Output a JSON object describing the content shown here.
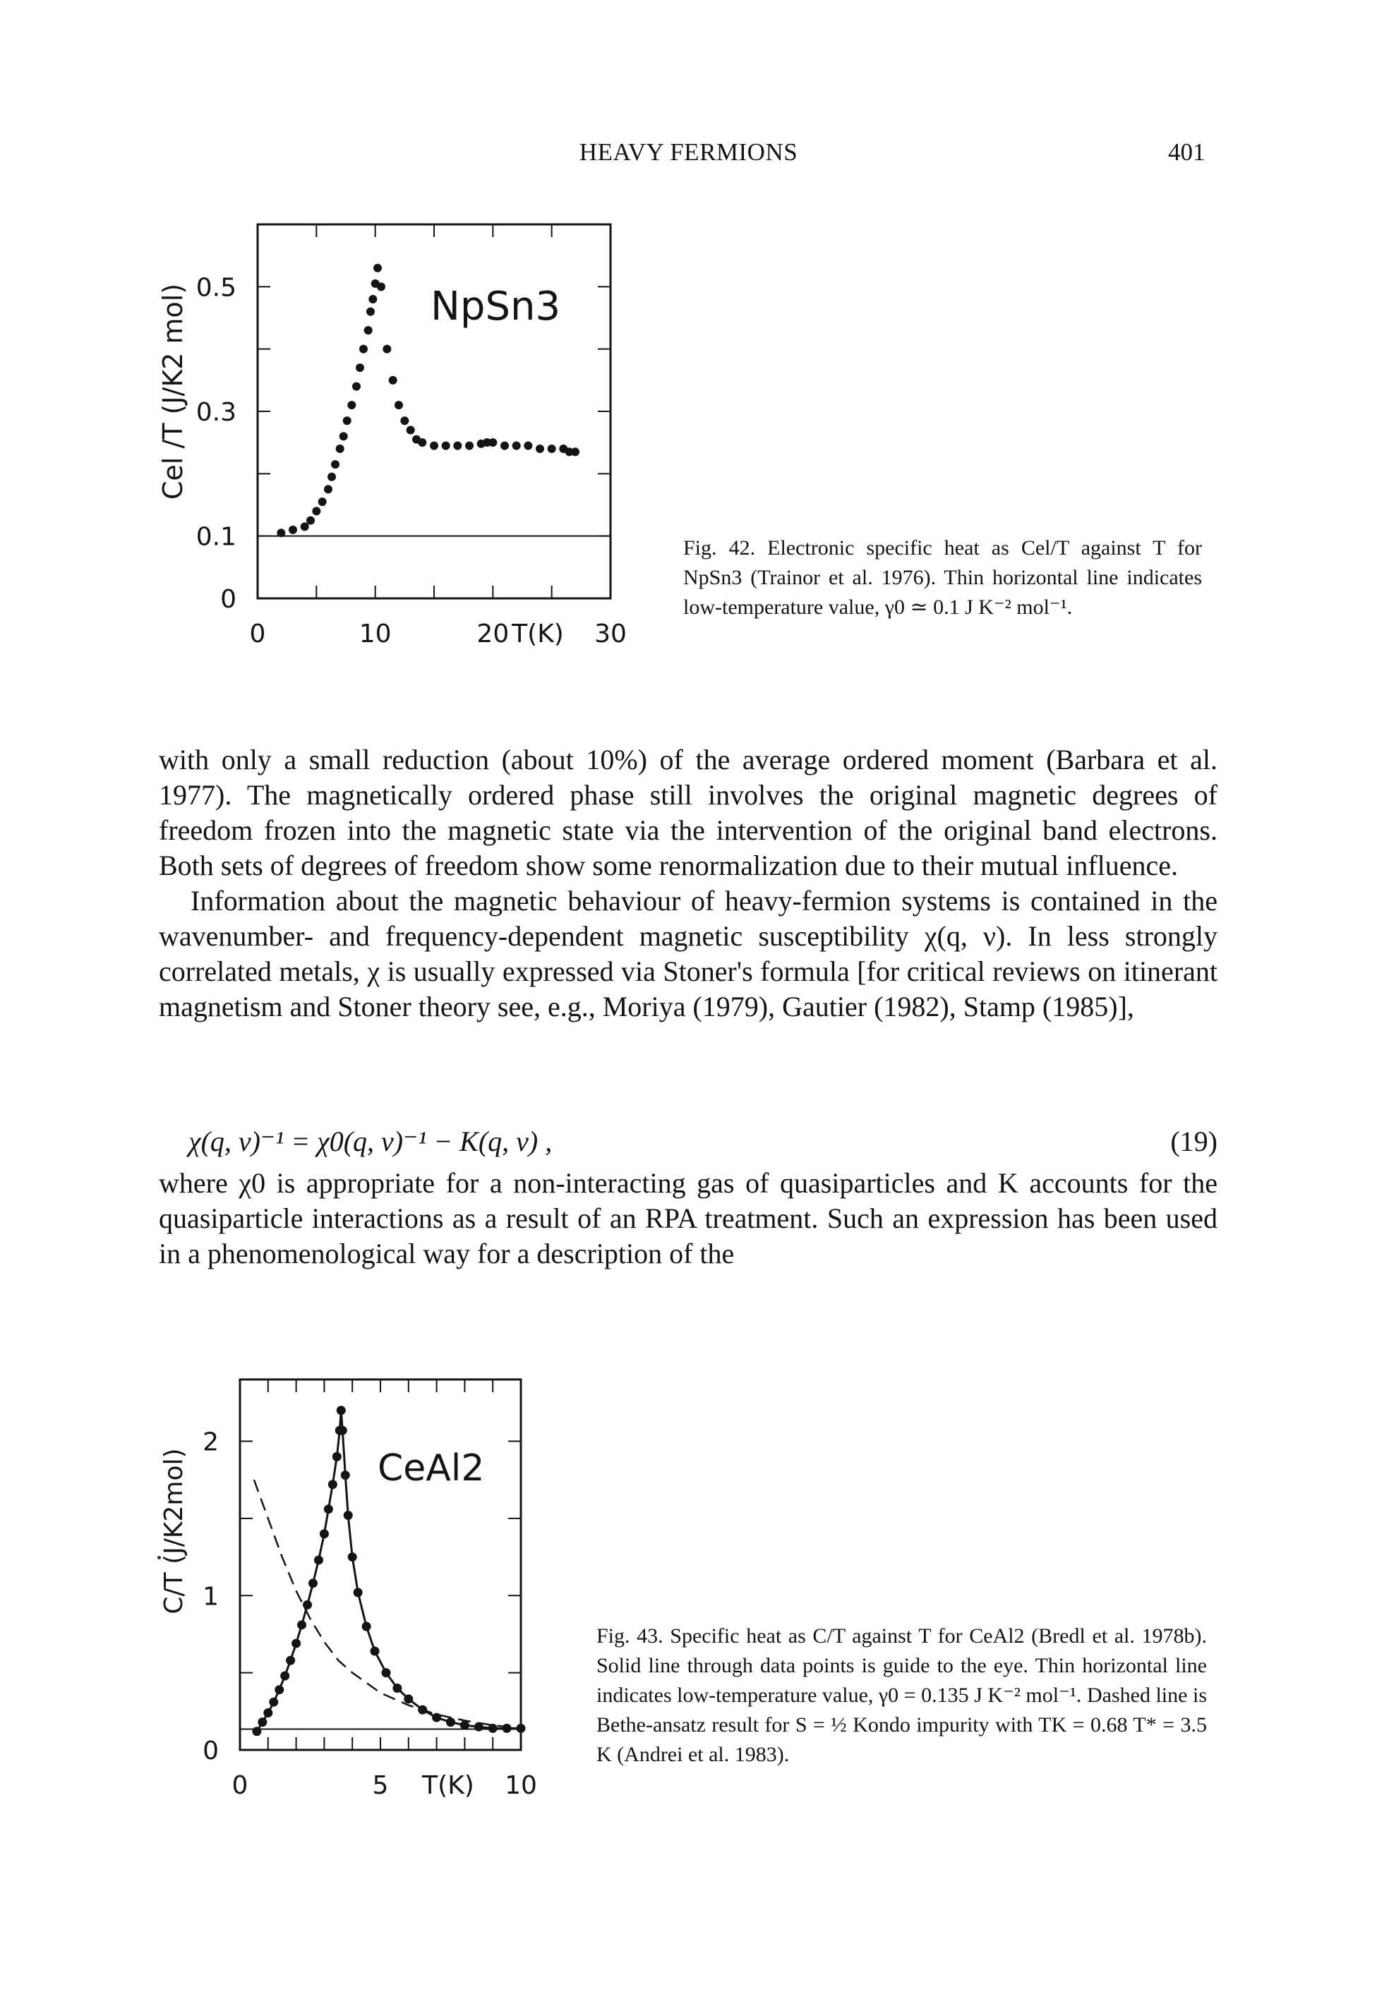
{
  "header": {
    "title": "HEAVY FERMIONS",
    "page_number": "401"
  },
  "figure42": {
    "caption": "Fig. 42. Electronic specific heat as Cel/T against T for NpSn3 (Trainor et al. 1976). Thin horizontal line indicates low-temperature value, γ0 ≃ 0.1 J K⁻² mol⁻¹.",
    "in_plot_label": "NpSn3"
  },
  "figure43": {
    "caption": "Fig. 43. Specific heat as C/T against T for CeAl2 (Bredl et al. 1978b). Solid line through data points is guide to the eye. Thin horizontal line indicates low-temperature value, γ0 = 0.135 J K⁻² mol⁻¹. Dashed line is Bethe-ansatz result for S = ½ Kondo impurity with TK = 0.68 T* = 3.5 K (Andrei et al. 1983).",
    "in_plot_label": "CeAl2"
  },
  "chart_data": [
    {
      "type": "scatter",
      "title": "NpSn3",
      "xlabel": "T(K)",
      "ylabel": "Cel /T (J/K2 mol)",
      "xlim": [
        0,
        30
      ],
      "ylim": [
        0,
        0.6
      ],
      "x_ticks": [
        "0",
        "10",
        "20",
        "30"
      ],
      "y_ticks": [
        "0",
        "0.1",
        "0.3",
        "0.5"
      ],
      "reference_line_y": 0.1,
      "series": [
        {
          "x": [
            2.0,
            3.0,
            4.0,
            4.5,
            5.0,
            5.5,
            6.0,
            6.3,
            6.6,
            7.0,
            7.3,
            7.6,
            8.0,
            8.4,
            8.7,
            9.0,
            9.4,
            9.6,
            9.8,
            10.0,
            10.2,
            10.5,
            11.0,
            11.5,
            12.0,
            12.5,
            13.0,
            13.5,
            14.0,
            15.0,
            16.0,
            17.0,
            18.0,
            19.0,
            19.5,
            20.0,
            21.0,
            22.0,
            23.0,
            24.0,
            25.0,
            26.0,
            26.5,
            27.0
          ],
          "y": [
            0.105,
            0.11,
            0.115,
            0.125,
            0.14,
            0.155,
            0.175,
            0.195,
            0.215,
            0.24,
            0.26,
            0.285,
            0.31,
            0.34,
            0.37,
            0.4,
            0.43,
            0.46,
            0.48,
            0.505,
            0.53,
            0.5,
            0.4,
            0.35,
            0.31,
            0.285,
            0.27,
            0.255,
            0.25,
            0.245,
            0.245,
            0.245,
            0.245,
            0.248,
            0.25,
            0.25,
            0.245,
            0.245,
            0.245,
            0.24,
            0.24,
            0.24,
            0.235,
            0.235
          ]
        }
      ]
    },
    {
      "type": "line",
      "title": "CeAl2",
      "xlabel": "T(K)",
      "ylabel": "C/T (J/K2mol)",
      "xlim": [
        0,
        10
      ],
      "ylim": [
        0,
        2.4
      ],
      "x_ticks": [
        "0",
        "5",
        "10"
      ],
      "y_ticks": [
        "0",
        "1",
        "2"
      ],
      "reference_line_y": 0.135,
      "series": [
        {
          "x": [
            0.6,
            0.8,
            1.0,
            1.2,
            1.4,
            1.6,
            1.8,
            2.0,
            2.2,
            2.4,
            2.6,
            2.8,
            3.0,
            3.15,
            3.3,
            3.45,
            3.55,
            3.6,
            3.65,
            3.75,
            3.85,
            4.0,
            4.2,
            4.5,
            4.8,
            5.2,
            5.6,
            6.0,
            6.5,
            7.0,
            7.5,
            8.0,
            8.5,
            9.0,
            9.5,
            10.0
          ],
          "y": [
            0.12,
            0.18,
            0.24,
            0.31,
            0.39,
            0.48,
            0.58,
            0.69,
            0.81,
            0.94,
            1.08,
            1.23,
            1.4,
            1.56,
            1.72,
            1.9,
            2.07,
            2.2,
            2.07,
            1.78,
            1.52,
            1.25,
            1.02,
            0.8,
            0.64,
            0.5,
            0.4,
            0.33,
            0.26,
            0.21,
            0.18,
            0.16,
            0.15,
            0.14,
            0.14,
            0.14
          ]
        },
        {
          "x": [
            0.5,
            1.0,
            1.5,
            2.0,
            2.5,
            3.0,
            3.5,
            4.0,
            5.0,
            6.0,
            7.0,
            8.0,
            9.0,
            10.0
          ],
          "y": [
            1.75,
            1.5,
            1.25,
            1.03,
            0.85,
            0.7,
            0.58,
            0.5,
            0.37,
            0.29,
            0.23,
            0.19,
            0.16,
            0.14
          ]
        }
      ]
    }
  ],
  "body": {
    "para1": "with only a small reduction (about 10%) of the average ordered moment (Barbara et al. 1977). The magnetically ordered phase still involves the original magnetic degrees of freedom frozen into the magnetic state via the intervention of the original band electrons. Both sets of degrees of freedom show some renormalization due to their mutual influence.",
    "para2": "Information about the magnetic behaviour of heavy-fermion systems is contained in the wavenumber- and frequency-dependent magnetic susceptibility χ(q, ν). In less strongly correlated metals, χ is usually expressed via Stoner's formula [for critical reviews on itinerant magnetism and Stoner theory see, e.g., Moriya (1979), Gautier (1982), Stamp (1985)],",
    "equation": "χ(q, ν)⁻¹ = χ0(q, ν)⁻¹ − K(q, ν) ,",
    "equation_number": "(19)",
    "para3": "where χ0 is appropriate for a non-interacting gas of quasiparticles and K accounts for the quasiparticle interactions as a result of an RPA treatment. Such an expression has been used in a phenomenological way for a description of the"
  }
}
